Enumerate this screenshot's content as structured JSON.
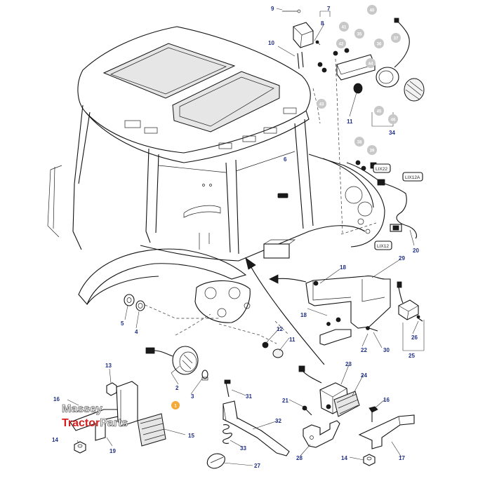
{
  "logo": {
    "line1": "Massey",
    "line2_red": "Tractor",
    "line2_rest": "Parts"
  },
  "colors": {
    "label": "#1f2f86",
    "faded_badge": "#c8c8c8",
    "highlight_badge": "#f4a93a",
    "logo_red": "#d41f1f"
  },
  "connector_tags": [
    "LIX22",
    "LIX12A",
    "LIX12"
  ],
  "callouts": {
    "c9": "9",
    "c7": "7",
    "c8": "8",
    "c10": "10",
    "c11a": "11",
    "c34": "34",
    "c6": "6",
    "c20": "20",
    "c18a": "18",
    "c18b": "18",
    "c29": "29",
    "c22": "22",
    "c30": "30",
    "c26": "26",
    "c25": "25",
    "c12": "12",
    "c11b": "11",
    "c5": "5",
    "c4": "4",
    "c13": "13",
    "c16a": "16",
    "c2": "2",
    "c3": "3",
    "c19": "19",
    "c14a": "14",
    "c15": "15",
    "c31": "31",
    "c32": "32",
    "c33": "33",
    "c27": "27",
    "c21": "21",
    "c23": "23",
    "c24": "24",
    "c28": "28",
    "c16b": "16",
    "c14b": "14",
    "c17": "17"
  },
  "faded_callouts": {
    "f40": "40",
    "f41": "41",
    "f35": "35",
    "f36": "36",
    "f37": "37",
    "f42": "42",
    "f43": "43",
    "f38": "38",
    "f39": "39",
    "f44": "44",
    "f45": "45",
    "f46": "46"
  },
  "highlight_callout": "1"
}
